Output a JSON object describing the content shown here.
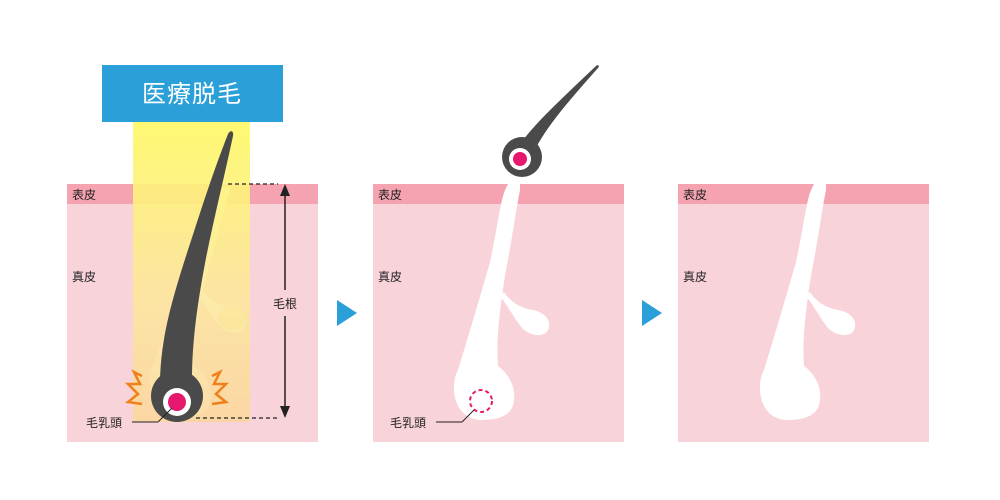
{
  "title": "医療脱毛",
  "panels": [
    {
      "epidermis": "表皮",
      "dermis": "真皮",
      "papilla": "毛乳頭",
      "root": "毛根"
    },
    {
      "epidermis": "表皮",
      "dermis": "真皮",
      "papilla": "毛乳頭"
    },
    {
      "epidermis": "表皮",
      "dermis": "真皮"
    }
  ],
  "colors": {
    "title_bg": "#2a9fd8",
    "skin": "#f9d3da",
    "epidermis": "#f5a3b0",
    "hair": "#4a4a4a",
    "papilla": "#e5186d",
    "arrow": "#2a9fd8",
    "laser_top": "#fff86a",
    "laser_bottom": "#fbd79a",
    "burst": "#f08019"
  },
  "icons": {
    "arrow": "right-triangle-icon",
    "burst": "heat-burst-icon"
  }
}
